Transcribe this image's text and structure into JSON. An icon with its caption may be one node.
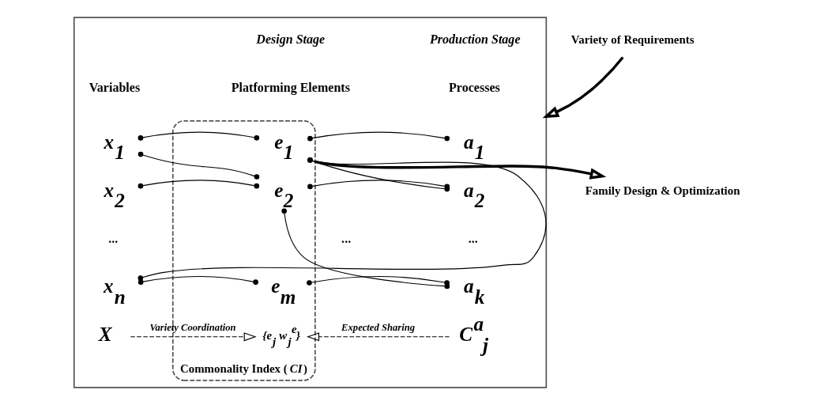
{
  "diagram": {
    "nodes": [
      {
        "text": [],
        "shape": "box"
      },
      {
        "text": [
          "Variety of Requirements"
        ]
      },
      {
        "text": [
          "Commonality Index (*CI*)"
        ],
        "in": 0
      },
      {
        "text": [
          "x$_{1}$"
        ],
        "in": 0
      },
      {
        "text": [
          "x$_{2}$"
        ],
        "in": 0
      },
      {
        "text": [
          "x$_{n}$"
        ],
        "in": 0
      },
      {
        "text": [
          "e$_{1}$"
        ],
        "in": 2
      },
      {
        "text": [
          "e$_{2}$"
        ],
        "in": 2
      },
      {
        "text": [
          "e$_{m}$"
        ],
        "in": 2
      },
      {
        "text": [
          "a$_{1}$"
        ],
        "in": 0
      },
      {
        "text": [
          "a$_{2}$"
        ],
        "in": 0
      },
      {
        "text": [
          "a$_{k}$"
        ],
        "in": 0
      },
      {
        "text": [
          "X"
        ],
        "in": 0
      },
      {
        "text": [
          "{e$_{j}$ w$_{j}$$^{e}$}"
        ],
        "in": 2
      },
      {
        "text": [
          "C$^{a}$$_{j}$"
        ],
        "in": 0
      },
      {
        "text": [
          "Family Design & Optimization"
        ]
      }
    ],
    "edges": [
      {
        "from": 1,
        "to": 0,
        "arrow": "to",
        "style": "thick"
      },
      {
        "from": 3,
        "to": 6,
        "arrow": "other"
      },
      {
        "from": 3,
        "to": 7,
        "arrow": "other"
      },
      {
        "from": 4,
        "to": 7,
        "arrow": "other"
      },
      {
        "from": 5,
        "to": 6,
        "arrow": "other"
      },
      {
        "from": 5,
        "to": 8,
        "arrow": "other"
      },
      {
        "from": 6,
        "to": 9,
        "arrow": "other"
      },
      {
        "from": 6,
        "to": 10,
        "arrow": "other"
      },
      {
        "from": 7,
        "to": 10,
        "arrow": "other"
      },
      {
        "from": 7,
        "to": 11,
        "arrow": "other"
      },
      {
        "from": 8,
        "to": 11,
        "arrow": "other"
      },
      {
        "from": 12,
        "to": 13,
        "arrow": "to",
        "label": "Variety Coordination",
        "style": "dashed"
      },
      {
        "from": 14,
        "to": 13,
        "arrow": "to",
        "label": "Expected Sharing",
        "style": "dashed"
      },
      {
        "from": 2,
        "to": 15,
        "arrow": "to",
        "style": "thick"
      }
    ],
    "labels": [
      "Design Stage",
      "Production Stage",
      "Variables",
      "Platforming Elements",
      "Processes",
      "...",
      "...",
      "..."
    ]
  }
}
